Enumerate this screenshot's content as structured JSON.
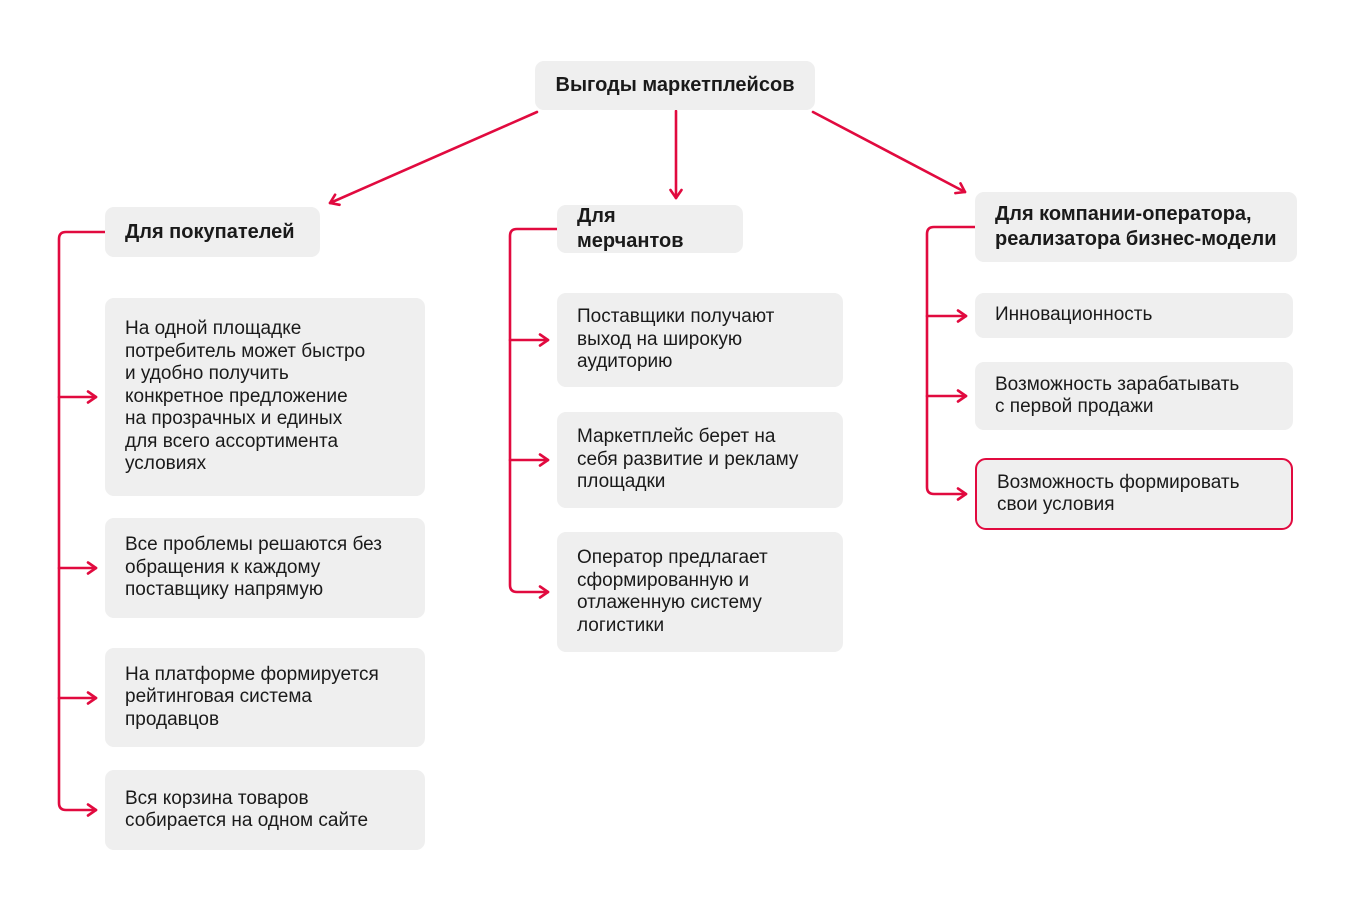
{
  "title": "Выгоды маркетплейсов",
  "colors": {
    "accent": "#e10a3f",
    "card_background": "#efefef",
    "text": "#1a1a1a",
    "page_background": "#ffffff"
  },
  "root": {
    "label": "Выгоды маркетплейсов"
  },
  "columns": [
    {
      "header": "Для покупателей",
      "items": [
        {
          "text": "На одной площадке\nпотребитель может быстро\nи удобно получить\nконкретное предложение\nна прозрачных и единых\nдля всего ассортимента\nусловиях",
          "highlighted": false
        },
        {
          "text": "Все проблемы решаются без\nобращения к каждому\nпоставщику напрямую",
          "highlighted": false
        },
        {
          "text": "На платформе формируется\nрейтинговая система\nпродавцов",
          "highlighted": false
        },
        {
          "text": "Вся корзина товаров\nсобирается на одном сайте",
          "highlighted": false
        }
      ]
    },
    {
      "header": "Для мерчантов",
      "items": [
        {
          "text": "Поставщики получают\nвыход на широкую\nаудиторию",
          "highlighted": false
        },
        {
          "text": "Маркетплейс берет на\nсебя развитие и рекламу\nплощадки",
          "highlighted": false
        },
        {
          "text": "Оператор предлагает\nсформированную и\nотлаженную систему\nлогистики",
          "highlighted": false
        }
      ]
    },
    {
      "header": "Для компании-оператора,\nреализатора бизнес-модели",
      "items": [
        {
          "text": "Инновационность",
          "highlighted": false
        },
        {
          "text": "Возможность зарабатывать\nс первой продажи",
          "highlighted": false
        },
        {
          "text": "Возможность формировать\nсвои условия",
          "highlighted": true
        }
      ]
    }
  ]
}
